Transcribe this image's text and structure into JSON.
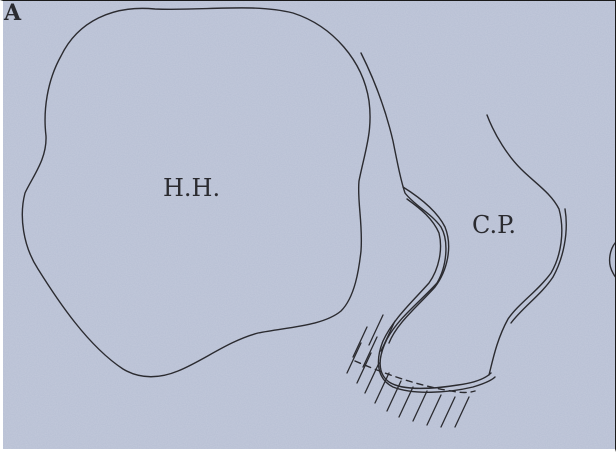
{
  "colors": {
    "background": "#b6bed3",
    "ink": "#2b2b30"
  },
  "panel_letter": "A",
  "labels": {
    "hh": "H.H.",
    "cp": "C.P."
  }
}
